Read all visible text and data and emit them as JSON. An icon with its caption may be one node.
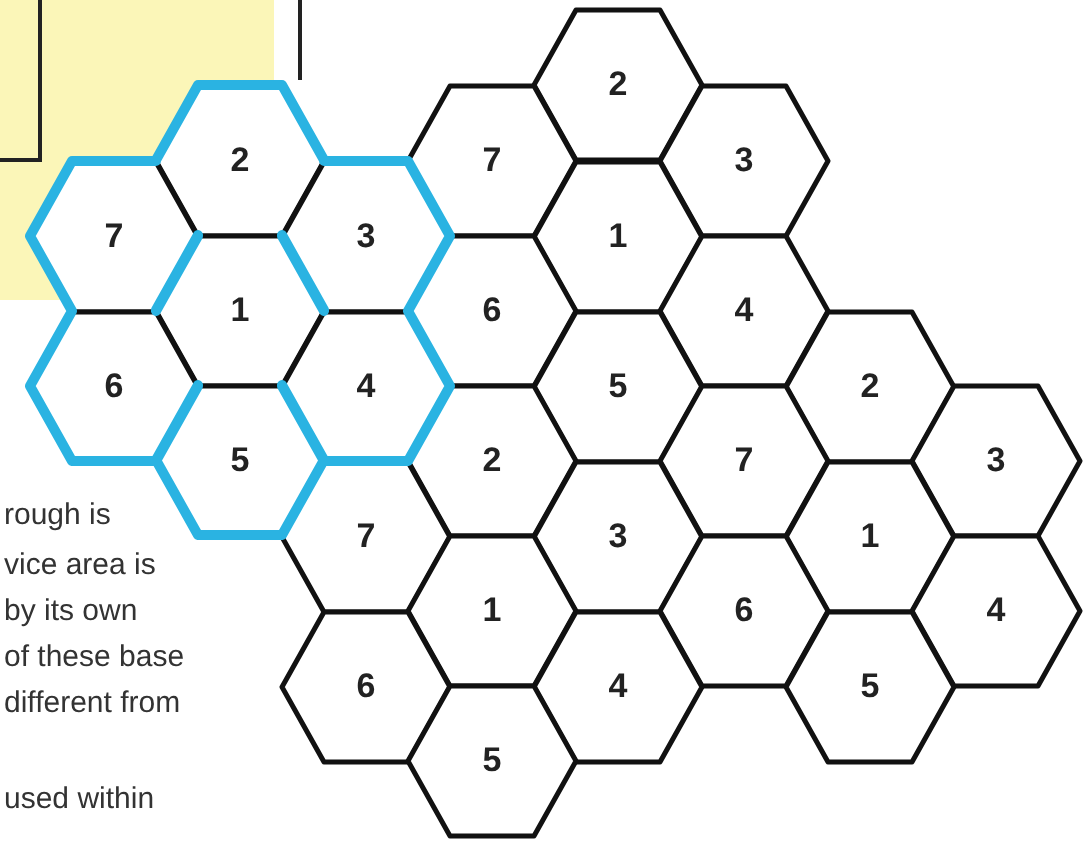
{
  "diagram": {
    "nodes": [
      {
        "text": [
          "2"
        ]
      },
      {
        "text": [
          "2"
        ]
      },
      {
        "text": [
          "7"
        ]
      },
      {
        "text": [
          "3"
        ]
      },
      {
        "text": [
          "7"
        ]
      },
      {
        "text": [
          "3"
        ]
      },
      {
        "text": [
          "1"
        ]
      },
      {
        "text": [
          "1"
        ]
      },
      {
        "text": [
          "6"
        ]
      },
      {
        "text": [
          "4"
        ]
      },
      {
        "text": [
          "6"
        ]
      },
      {
        "text": [
          "4"
        ]
      },
      {
        "text": [
          "5"
        ]
      },
      {
        "text": [
          "2"
        ]
      },
      {
        "text": [
          "5"
        ]
      },
      {
        "text": [
          "2"
        ]
      },
      {
        "text": [
          "7"
        ]
      },
      {
        "text": [
          "3"
        ]
      },
      {
        "text": [
          "7"
        ]
      },
      {
        "text": [
          "3"
        ]
      },
      {
        "text": [
          "1"
        ]
      },
      {
        "text": [
          "1"
        ]
      },
      {
        "text": [
          "6"
        ]
      },
      {
        "text": [
          "4"
        ]
      },
      {
        "text": [
          "6"
        ]
      },
      {
        "text": [
          "4"
        ]
      },
      {
        "text": [
          "5"
        ]
      },
      {
        "text": [
          "5"
        ]
      }
    ],
    "labels": [
      "rough is",
      "vice area is",
      "by its own",
      "of these base",
      "different from",
      "used within"
    ]
  }
}
